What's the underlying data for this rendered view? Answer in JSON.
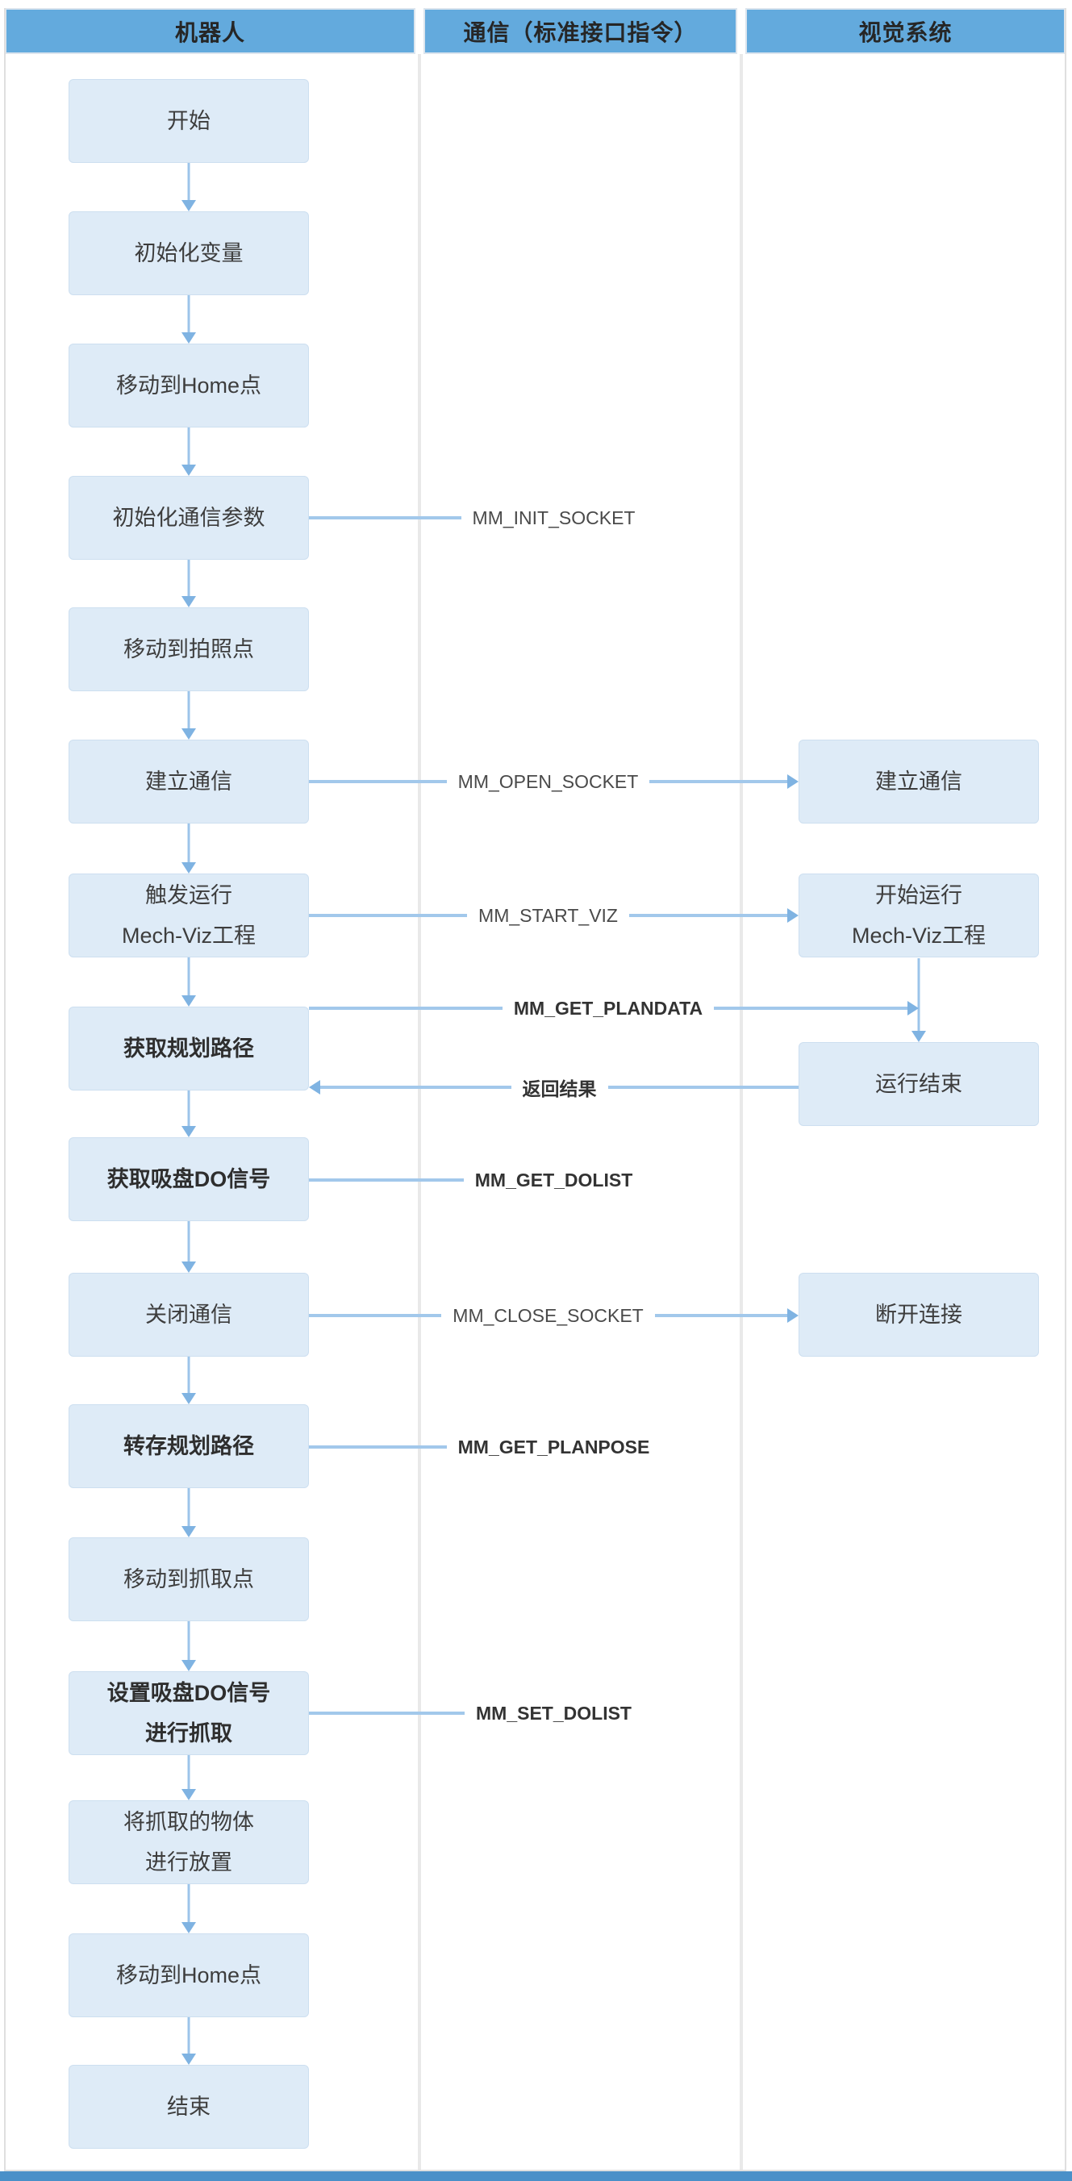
{
  "header": {
    "robot": "机器人",
    "comm": "通信（标准接口指令）",
    "vision": "视觉系统"
  },
  "colors": {
    "header_bar": "#63AADD",
    "footer_bar": "#4A90C8",
    "box_fill": "#DEEBF7",
    "arrow_line": "#A2C8EB",
    "arrow_head": "#7FB3E2",
    "lane_divider": "#E9E9E9",
    "box_text": "#3D3D3D"
  },
  "robot_steps": [
    {
      "lines": [
        "开始"
      ],
      "bold": false
    },
    {
      "lines": [
        "初始化变量"
      ],
      "bold": false
    },
    {
      "lines": [
        "移动到Home点"
      ],
      "bold": false
    },
    {
      "lines": [
        "初始化通信参数"
      ],
      "bold": false
    },
    {
      "lines": [
        "移动到拍照点"
      ],
      "bold": false
    },
    {
      "lines": [
        "建立通信"
      ],
      "bold": false
    },
    {
      "lines": [
        "触发运行",
        "Mech-Viz工程"
      ],
      "bold": false
    },
    {
      "lines": [
        "获取规划路径"
      ],
      "bold": true
    },
    {
      "lines": [
        "获取吸盘DO信号"
      ],
      "bold": true
    },
    {
      "lines": [
        "关闭通信"
      ],
      "bold": false
    },
    {
      "lines": [
        "转存规划路径"
      ],
      "bold": true
    },
    {
      "lines": [
        "移动到抓取点"
      ],
      "bold": false
    },
    {
      "lines": [
        "设置吸盘DO信号",
        "进行抓取"
      ],
      "bold": true
    },
    {
      "lines": [
        "将抓取的物体",
        "进行放置"
      ],
      "bold": false
    },
    {
      "lines": [
        "移动到Home点"
      ],
      "bold": false
    },
    {
      "lines": [
        "结束"
      ],
      "bold": false
    }
  ],
  "vision_steps": [
    {
      "lines": [
        "建立通信"
      ],
      "bold": false
    },
    {
      "lines": [
        "开始运行",
        "Mech-Viz工程"
      ],
      "bold": false
    },
    {
      "lines": [
        "运行结束"
      ],
      "bold": false
    },
    {
      "lines": [
        "断开连接"
      ],
      "bold": false
    }
  ],
  "commands": [
    {
      "label": "MM_INIT_SOCKET",
      "bold": false,
      "type": "label-only"
    },
    {
      "label": "MM_OPEN_SOCKET",
      "bold": false,
      "type": "to-vision"
    },
    {
      "label": "MM_START_VIZ",
      "bold": false,
      "type": "to-vision"
    },
    {
      "label": "MM_GET_PLANDATA",
      "bold": true,
      "type": "to-junction"
    },
    {
      "label": "返回结果",
      "bold": true,
      "type": "return"
    },
    {
      "label": "MM_GET_DOLIST",
      "bold": true,
      "type": "label-only"
    },
    {
      "label": "MM_CLOSE_SOCKET",
      "bold": false,
      "type": "to-vision"
    },
    {
      "label": "MM_GET_PLANPOSE",
      "bold": true,
      "type": "label-only"
    },
    {
      "label": "MM_SET_DOLIST",
      "bold": true,
      "type": "label-only"
    }
  ]
}
